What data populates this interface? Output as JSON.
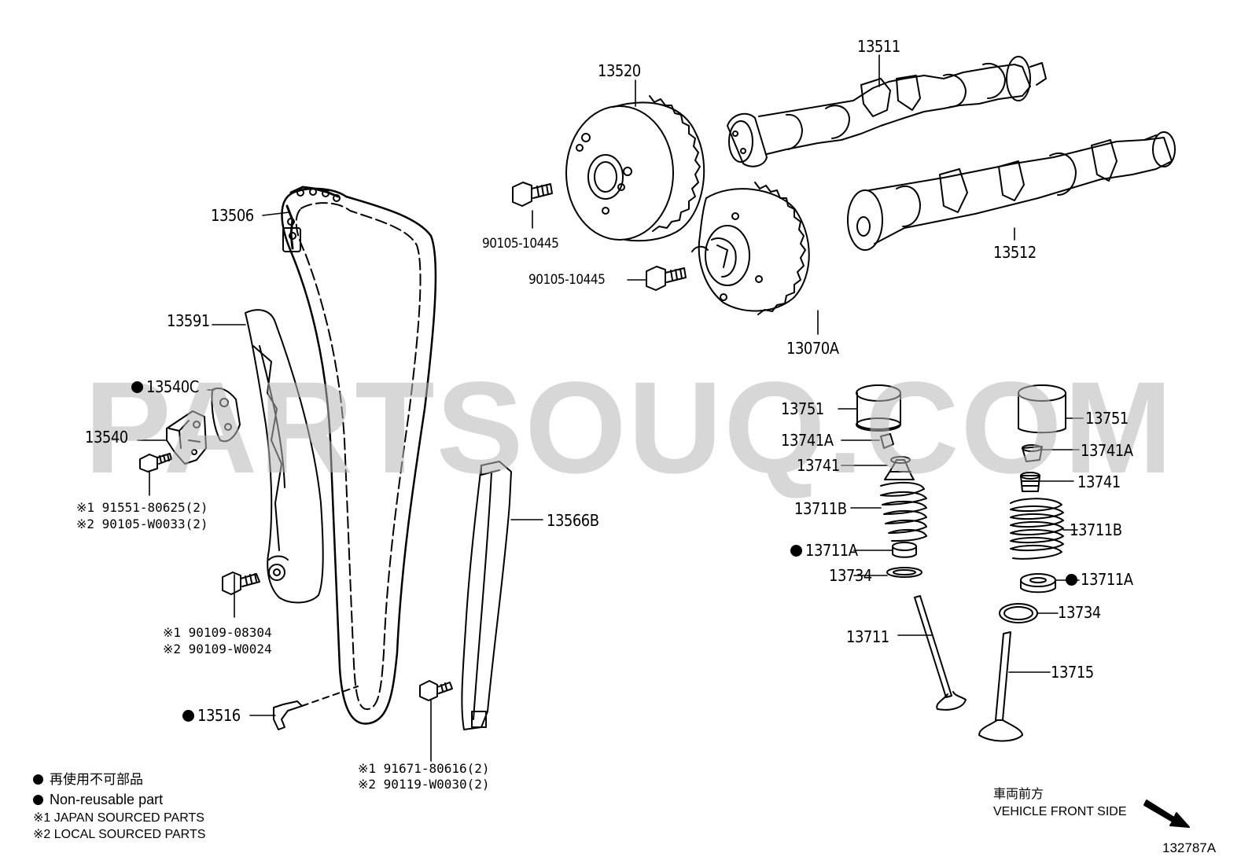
{
  "labels": {
    "p13520": "13520",
    "p13511": "13511",
    "p13506": "13506",
    "p90105a": "90105-10445",
    "p90105b": "90105-10445",
    "p13512": "13512",
    "p13591": "13591",
    "p13070A": "13070A",
    "p13540C": "13540C",
    "p13540": "13540",
    "p13751a": "13751",
    "p13741Aa": "13741A",
    "p13741a": "13741",
    "p13711Ba": "13711B",
    "p13711Aa": "13711A",
    "p13734a": "13734",
    "p13711": "13711",
    "p13751b": "13751",
    "p13741Ab": "13741A",
    "p13741b": "13741",
    "p13711Bb": "13711B",
    "p13711Ab": "13711A",
    "p13734b": "13734",
    "p13715": "13715",
    "p13566B": "13566B",
    "p13516": "13516"
  },
  "notes": {
    "bolt1_line1": "※1 91551-80625(2)",
    "bolt1_line2": "※2 90105-W0033(2)",
    "bolt2_line1": "※1 90109-08304",
    "bolt2_line2": "※2 90109-W0024",
    "bolt3_line1": "※1 91671-80616(2)",
    "bolt3_line2": "※2 90119-W0030(2)"
  },
  "legend": {
    "non_reusable_jp": "再使用不可部品",
    "non_reusable_en": "Non-reusable part",
    "japan_sourced": "※1  JAPAN SOURCED PARTS",
    "local_sourced": "※2  LOCAL SOURCED PARTS"
  },
  "front": {
    "jp": "車両前方",
    "en": "VEHICLE FRONT SIDE"
  },
  "diagram_code": "132787A",
  "watermark": "PARTSOUQ.COM"
}
